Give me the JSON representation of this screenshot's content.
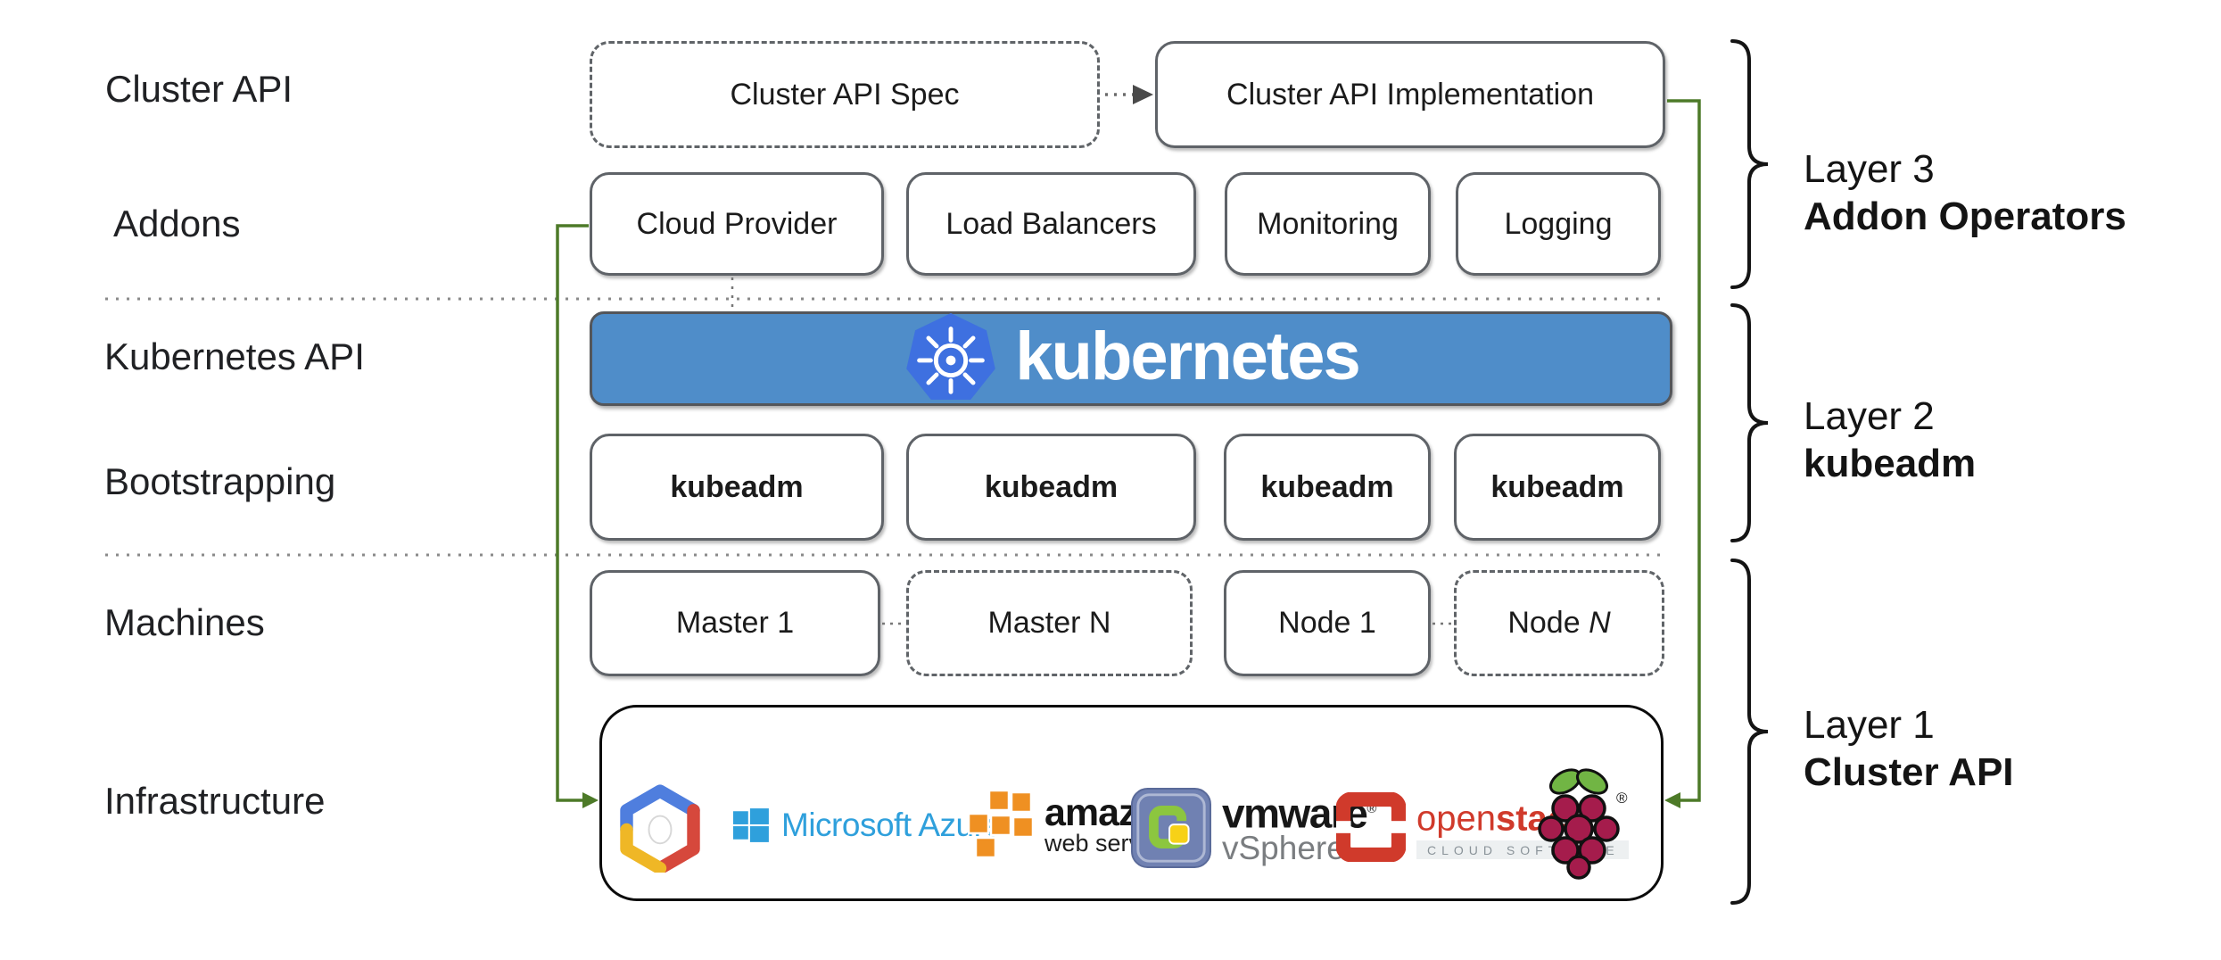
{
  "row_labels": [
    "Cluster API",
    "Addons",
    "Kubernetes API",
    "Bootstrapping",
    "Machines",
    "Infrastructure"
  ],
  "cluster_api_row": {
    "spec": "Cluster API Spec",
    "implementation": "Cluster API Implementation"
  },
  "addons": [
    "Cloud Provider",
    "Load Balancers",
    "Monitoring",
    "Logging"
  ],
  "kubernetes": {
    "wordmark": "kubernetes"
  },
  "bootstrapping": [
    "kubeadm",
    "kubeadm",
    "kubeadm",
    "kubeadm"
  ],
  "machines": {
    "master_1": "Master 1",
    "master_n": "Master N",
    "node_1": "Node 1",
    "node_n_prefix": "Node ",
    "node_n_suffix": "N"
  },
  "infrastructure": {
    "azure_text": "Microsoft Azure",
    "aws_line1": "amazon",
    "aws_line2": "web services",
    "vmware_line1": "vmware",
    "vmware_reg": "®",
    "vmware_line2": "vSphere",
    "openstack_open": "open",
    "openstack_stack": "stack",
    "openstack_tm": "™",
    "openstack_sub": "CLOUD SOFTWARE",
    "raspberry_reg": "®"
  },
  "layers": [
    {
      "title": "Layer 3",
      "subtitle": "Addon Operators"
    },
    {
      "title": "Layer 2",
      "subtitle": "kubeadm"
    },
    {
      "title": "Layer 1",
      "subtitle": "Cluster API"
    }
  ],
  "colors": {
    "banner_blue": "#4f8dc9",
    "k8s_logo_blue": "#3e70e0",
    "connector_green": "#4d7a28",
    "box_border_gray": "#5f6368",
    "azure_blue": "#2fa0dc",
    "aws_orange": "#ef9022",
    "openstack_red": "#d03a2b",
    "raspberry_crimson": "#a51c4c",
    "leaf_green": "#71b544",
    "gcp_blue": "#4f7ede",
    "gcp_red": "#d6483c",
    "gcp_yellow": "#efb726"
  }
}
